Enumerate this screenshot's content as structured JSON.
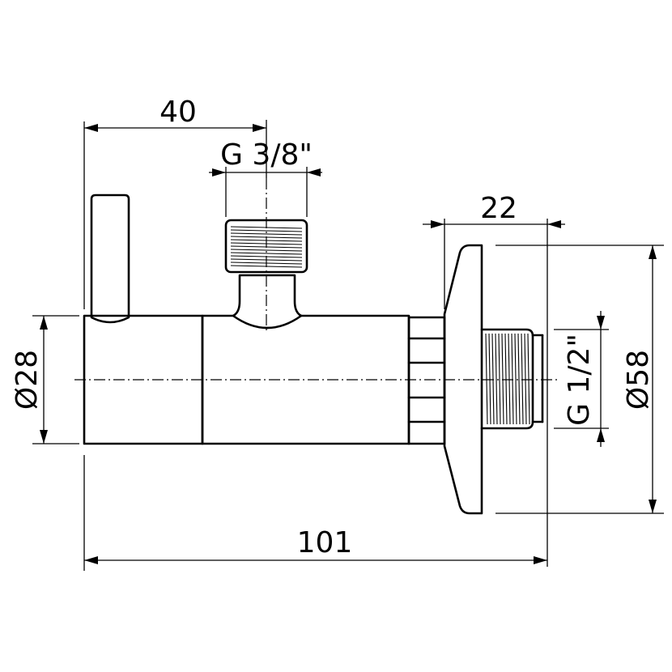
{
  "dimensions": {
    "depth_to_outlet": "40",
    "outlet_thread": "G 3/8\"",
    "flange_depth": "22",
    "body_diameter": "Ø28",
    "overall_length": "101",
    "inlet_thread": "G 1/2\"",
    "flange_diameter": "Ø58"
  }
}
